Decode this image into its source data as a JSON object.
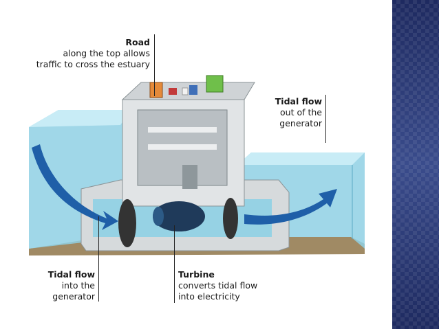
{
  "labels": {
    "road": {
      "title": "Road",
      "line1": "along the top allows",
      "line2": "traffic to cross the estuary"
    },
    "tidal_out": {
      "title": "Tidal flow",
      "line1": "out of the",
      "line2": "generator"
    },
    "tidal_in": {
      "title": "Tidal flow",
      "line1": "into the",
      "line2": "generator"
    },
    "turbine": {
      "title": "Turbine",
      "line1": "converts tidal flow",
      "line2": "into electricity"
    }
  },
  "colors": {
    "water": "#8fd0e4",
    "water_surface": "#c8ecf6",
    "concrete": "#d6dadc",
    "flow_arrow": "#1f5fa8",
    "ground": "#a08a64",
    "sidebar": "#2c3a78"
  }
}
